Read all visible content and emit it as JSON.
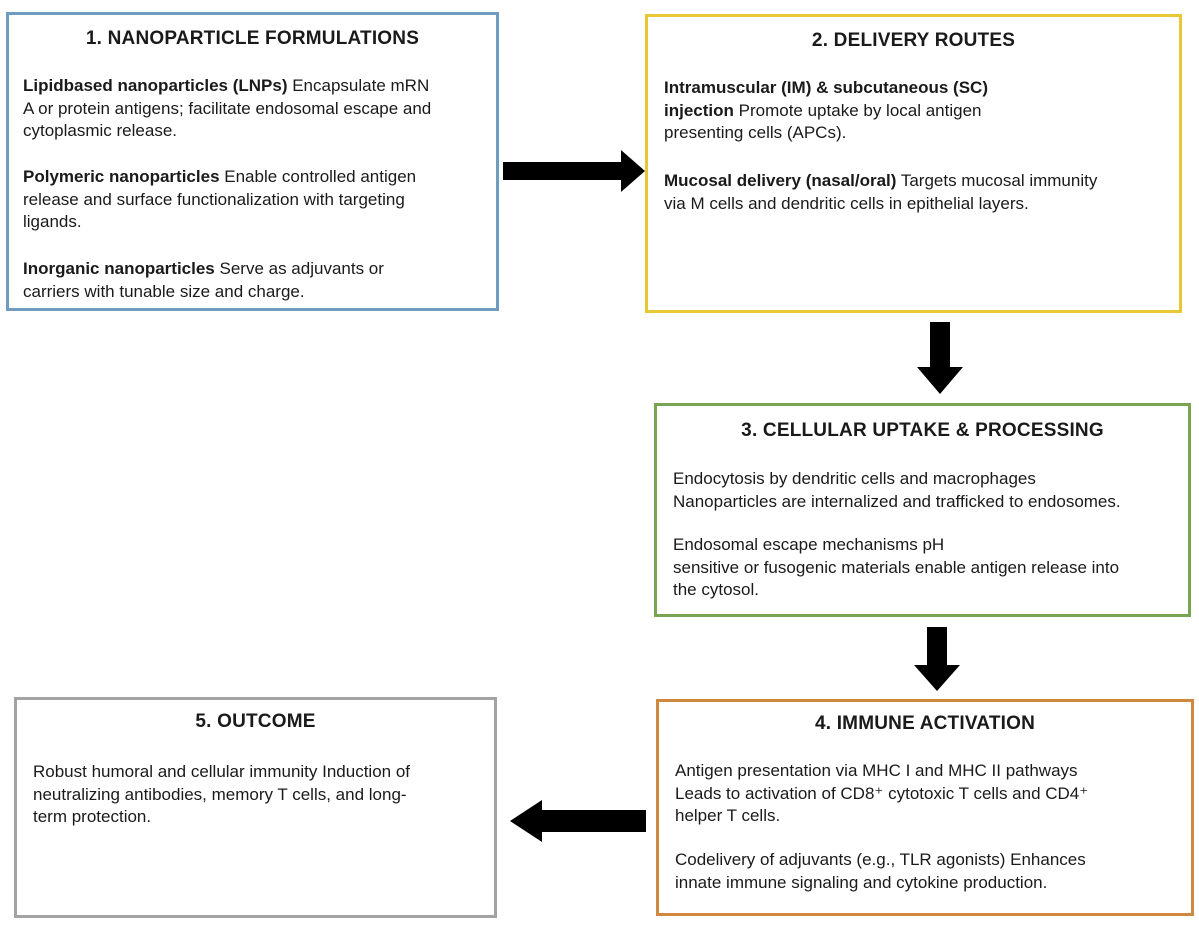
{
  "box1": {
    "title": "1. NANOPARTICLE FORMULATIONS",
    "items": [
      {
        "bold": "Lipidbased nanoparticles (LNPs)",
        "text": " Encapsulate mRN\nA or protein antigens; facilitate endosomal escape and\n cytoplasmic release."
      },
      {
        "bold": "Polymeric nanoparticles",
        "text": "  Enable controlled antigen\nrelease and surface functionalization with targeting\nligands."
      },
      {
        "bold": "Inorganic nanoparticles",
        "text": " Serve as adjuvants or\ncarriers with tunable size and charge."
      }
    ]
  },
  "box2": {
    "title": "2. DELIVERY ROUTES",
    "items": [
      {
        "bold": "Intramuscular (IM) & subcutaneous (SC)\ninjection",
        "text": " Promote uptake by local antigen\npresenting cells (APCs)."
      },
      {
        "bold": "Mucosal delivery (nasal/oral)",
        "text": "  Targets mucosal immunity\nvia M cells and dendritic cells in epithelial layers."
      }
    ]
  },
  "box3": {
    "title": "3. CELLULAR UPTAKE & PROCESSING",
    "items": [
      {
        "text": "Endocytosis by dendritic cells and macrophages\nNanoparticles are internalized and trafficked to endosomes."
      },
      {
        "text": "Endosomal escape mechanisms  pH\nsensitive or fusogenic materials enable antigen release into\nthe cytosol."
      }
    ]
  },
  "box4": {
    "title": "4. IMMUNE ACTIVATION",
    "items": [
      {
        "text": "Antigen presentation via MHC I and MHC II pathways\nLeads to activation of CD8⁺ cytotoxic T cells and CD4⁺\nhelper T cells."
      },
      {
        "text": "Codelivery of adjuvants (e.g., TLR agonists)  Enhances\ninnate immune signaling and cytokine production."
      }
    ]
  },
  "box5": {
    "title": "5. OUTCOME",
    "items": [
      {
        "text": "Robust humoral and cellular immunity  Induction of\n neutralizing antibodies, memory T cells, and long-\nterm protection."
      }
    ]
  },
  "arrow_color": "#000000"
}
